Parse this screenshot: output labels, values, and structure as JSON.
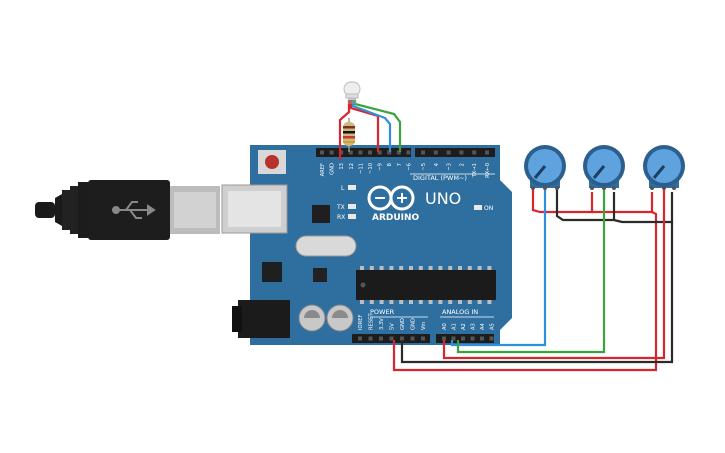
{
  "board": {
    "brand": "ARDUINO",
    "model": "UNO",
    "header_digital": "DIGITAL (PWM~)",
    "header_power": "POWER",
    "header_analog": "ANALOG IN",
    "on_label": "ON",
    "led_l": "L",
    "led_tx": "TX",
    "led_rx": "RX",
    "top_pins": [
      "AREF",
      "GND",
      "13",
      "12",
      "~11",
      "~10",
      "~9",
      "8",
      "7",
      "~6",
      "~5",
      "4",
      "~3",
      "2",
      "TX→1",
      "RX←0"
    ],
    "power_pins": [
      "IOREF",
      "RESET",
      "3.3V",
      "5V",
      "GND",
      "GND",
      "Vin"
    ],
    "analog_pins": [
      "A0",
      "A1",
      "A2",
      "A3",
      "A4",
      "A5"
    ]
  },
  "colors": {
    "board": "#2f6f9f",
    "board_dark": "#22577f",
    "header": "#1d1d1d",
    "wire_red": "#d9262c",
    "wire_blue": "#2f8fd8",
    "wire_green": "#3aa33a",
    "wire_black": "#2a2a2a",
    "pot_body": "#2e6ea3",
    "pot_knob": "#5fa3de"
  },
  "components": {
    "rgb_led": "rgb-led",
    "resistor": "resistor",
    "potentiometers": [
      "pot-1",
      "pot-2",
      "pot-3"
    ],
    "usb_cable": "usb-cable"
  }
}
